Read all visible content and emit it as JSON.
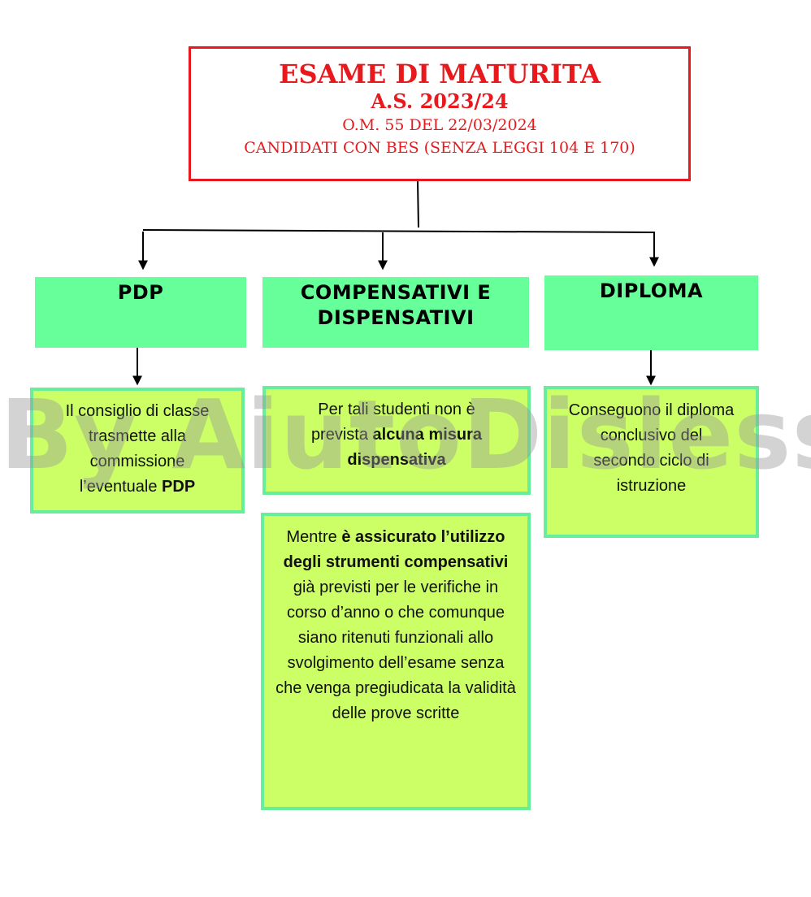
{
  "title": {
    "main": "ESAME DI MATURITA",
    "year": "A.S. 2023/24",
    "ordinance": "O.M. 55  DEL 22/03/2024",
    "candidates": "CANDIDATI CON BES (SENZA LEGGI 104 E 170)"
  },
  "branches": {
    "pdp": {
      "heading": "PDP",
      "text_before": "Il consiglio di classe trasmette alla commissione l’eventuale ",
      "text_bold": "PDP"
    },
    "comp": {
      "heading_line1": "COMPENSATIVI E",
      "heading_line2": "DISPENSATIVI",
      "box1_before": "Per tali studenti non è prevista ",
      "box1_bold": "alcuna misura dispensativa",
      "box2_before": "Mentre ",
      "box2_bold": "è assicurato l’utilizzo degli  strumenti compensativi",
      "box2_after": " già previsti per le verifiche in corso d’anno o che comunque siano ritenuti funzionali allo svolgimento dell’esame senza che venga pregiudicata la validità delle prove scritte"
    },
    "diploma": {
      "heading": "DIPLOMA",
      "text": "Conseguono il diploma conclusivo del secondo ciclo di istruzione"
    }
  },
  "watermark": "By AiutoDislessia.net",
  "colors": {
    "title_red": "#e8191c",
    "heading_green": "#66ff99",
    "content_lime": "#ccff66",
    "content_border": "#66ee99"
  }
}
